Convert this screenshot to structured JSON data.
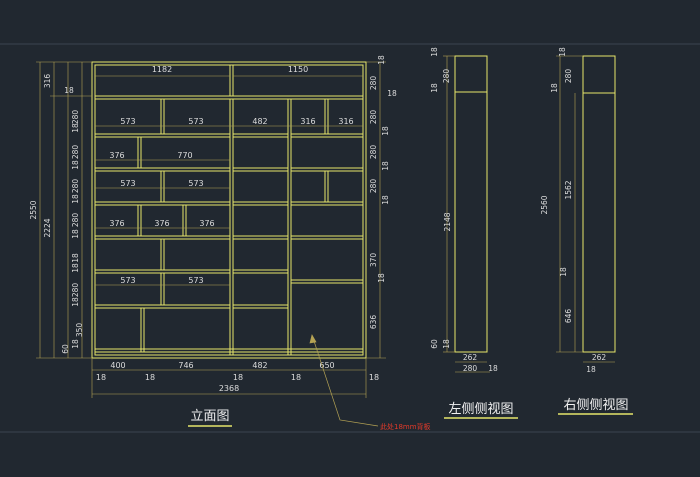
{
  "colors": {
    "background": "#212830",
    "cabinet": "#e6e66a",
    "dimension": "#b5a354",
    "dimText": "#dcdcdc",
    "title": "#f0f0f0",
    "note": "#e23a2a"
  },
  "titles": {
    "front": "立面图",
    "left": "左侧侧视图",
    "right": "右侧侧视图"
  },
  "note": "此处18mm背板",
  "front": {
    "top_widths": [
      "1182",
      "1150"
    ],
    "row2": [
      "573",
      "573",
      "482",
      "316",
      "316"
    ],
    "row3": [
      "376",
      "770"
    ],
    "row4": [
      "573",
      "573"
    ],
    "row5": [
      "376",
      "376",
      "376"
    ],
    "row7": [
      "573",
      "573"
    ],
    "left_outer": [
      "2550",
      "2224",
      "316"
    ],
    "left_dims": [
      "18",
      "18",
      "280",
      "18",
      "280",
      "18",
      "280",
      "18",
      "280",
      "18",
      "18",
      "280",
      "18",
      "350",
      "18",
      "60"
    ],
    "right_dims": [
      "18",
      "280",
      "18",
      "280",
      "18",
      "280",
      "18",
      "280",
      "18",
      "370",
      "18",
      "636"
    ],
    "bottom_widths": [
      "400",
      "746",
      "482",
      "650"
    ],
    "bottom_thick": [
      "18",
      "18",
      "18",
      "18",
      "18"
    ],
    "total_width": "2368"
  },
  "left_side": {
    "dims_top": [
      "18",
      "18",
      "280"
    ],
    "height": "2148",
    "bottom": [
      "60",
      "18"
    ],
    "width_inner": "262",
    "width_outer": "280",
    "width_thick": "18"
  },
  "right_side": {
    "dims_top": [
      "18",
      "18",
      "280"
    ],
    "height_outer": "2560",
    "height_inner": "1562",
    "mid": "18",
    "lower": "646",
    "width_inner": "262",
    "width_thick": "18"
  }
}
